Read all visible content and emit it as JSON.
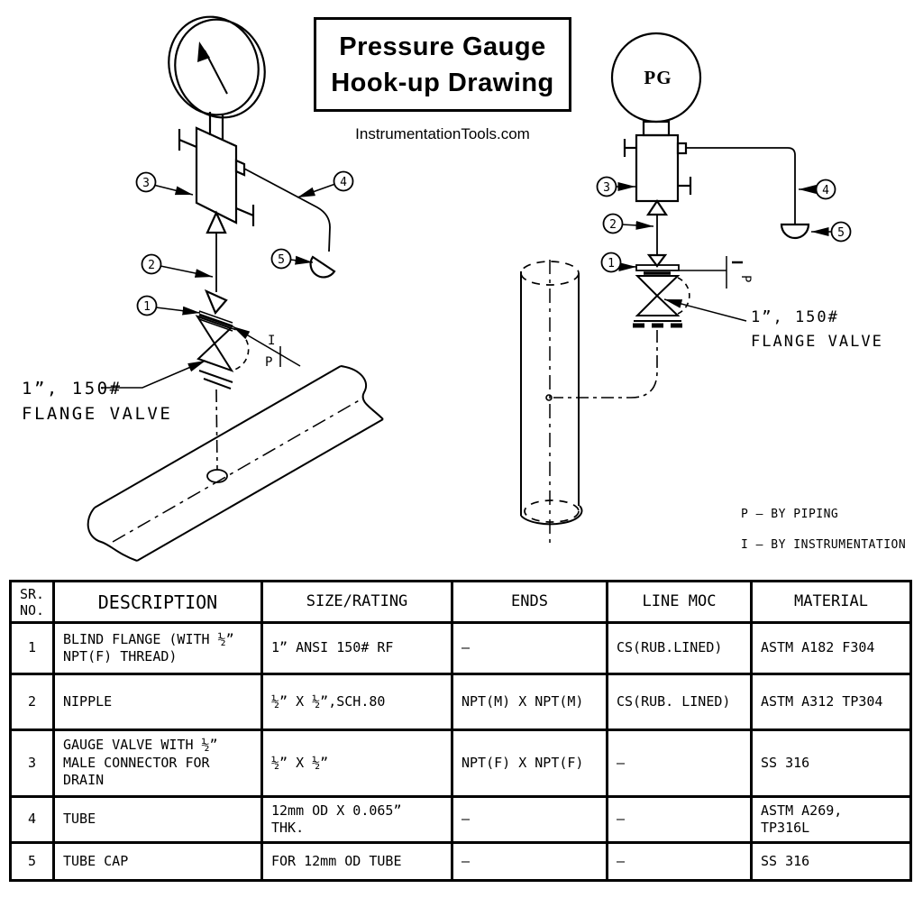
{
  "title": {
    "line1": "Pressure Gauge",
    "line2": "Hook-up Drawing",
    "website": "InstrumentationTools.com"
  },
  "diagrams": {
    "left": {
      "callouts": [
        "1",
        "2",
        "3",
        "4",
        "5"
      ],
      "valve_label": {
        "line1": "1”, 150#",
        "line2": "FLANGE VALVE"
      },
      "boundary": {
        "top": "I",
        "bottom": "P"
      }
    },
    "right": {
      "gauge_tag": "PG",
      "callouts": [
        "1",
        "2",
        "3",
        "4",
        "5"
      ],
      "valve_label": {
        "line1": "1”, 150#",
        "line2": "FLANGE VALVE"
      },
      "boundary": {
        "top": "I",
        "bottom": "P"
      },
      "legend": [
        "P – BY PIPING",
        "I – BY INSTRUMENTATION"
      ]
    }
  },
  "table": {
    "headers": [
      "SR.\nNO.",
      "DESCRIPTION",
      "SIZE/RATING",
      "ENDS",
      "LINE MOC",
      "MATERIAL"
    ],
    "rows": [
      {
        "sr": "1",
        "description": "BLIND FLANGE (WITH ½”\nNPT(F) THREAD)",
        "size_rating": "1” ANSI 150# RF",
        "ends": "–",
        "line_moc": "CS(RUB.LINED)",
        "material": "ASTM A182 F304"
      },
      {
        "sr": "2",
        "description": "NIPPLE",
        "size_rating": "½” X ½”,SCH.80",
        "ends": "NPT(M) X NPT(M)",
        "line_moc": "CS(RUB. LINED)",
        "material": "ASTM A312 TP304"
      },
      {
        "sr": "3",
        "description": "GAUGE VALVE WITH ½”\nMALE CONNECTOR FOR\nDRAIN",
        "size_rating": "½” X ½”",
        "ends": "NPT(F) X NPT(F)",
        "line_moc": "–",
        "material": "SS 316"
      },
      {
        "sr": "4",
        "description": "TUBE",
        "size_rating": "12mm OD X 0.065”\nTHK.",
        "ends": "–",
        "line_moc": "–",
        "material": "ASTM A269,\nTP316L"
      },
      {
        "sr": "5",
        "description": "TUBE CAP",
        "size_rating": "FOR 12mm OD TUBE",
        "ends": "–",
        "line_moc": "–",
        "material": "SS 316"
      }
    ]
  },
  "colors": {
    "ink": "#000000",
    "paper": "#ffffff"
  }
}
